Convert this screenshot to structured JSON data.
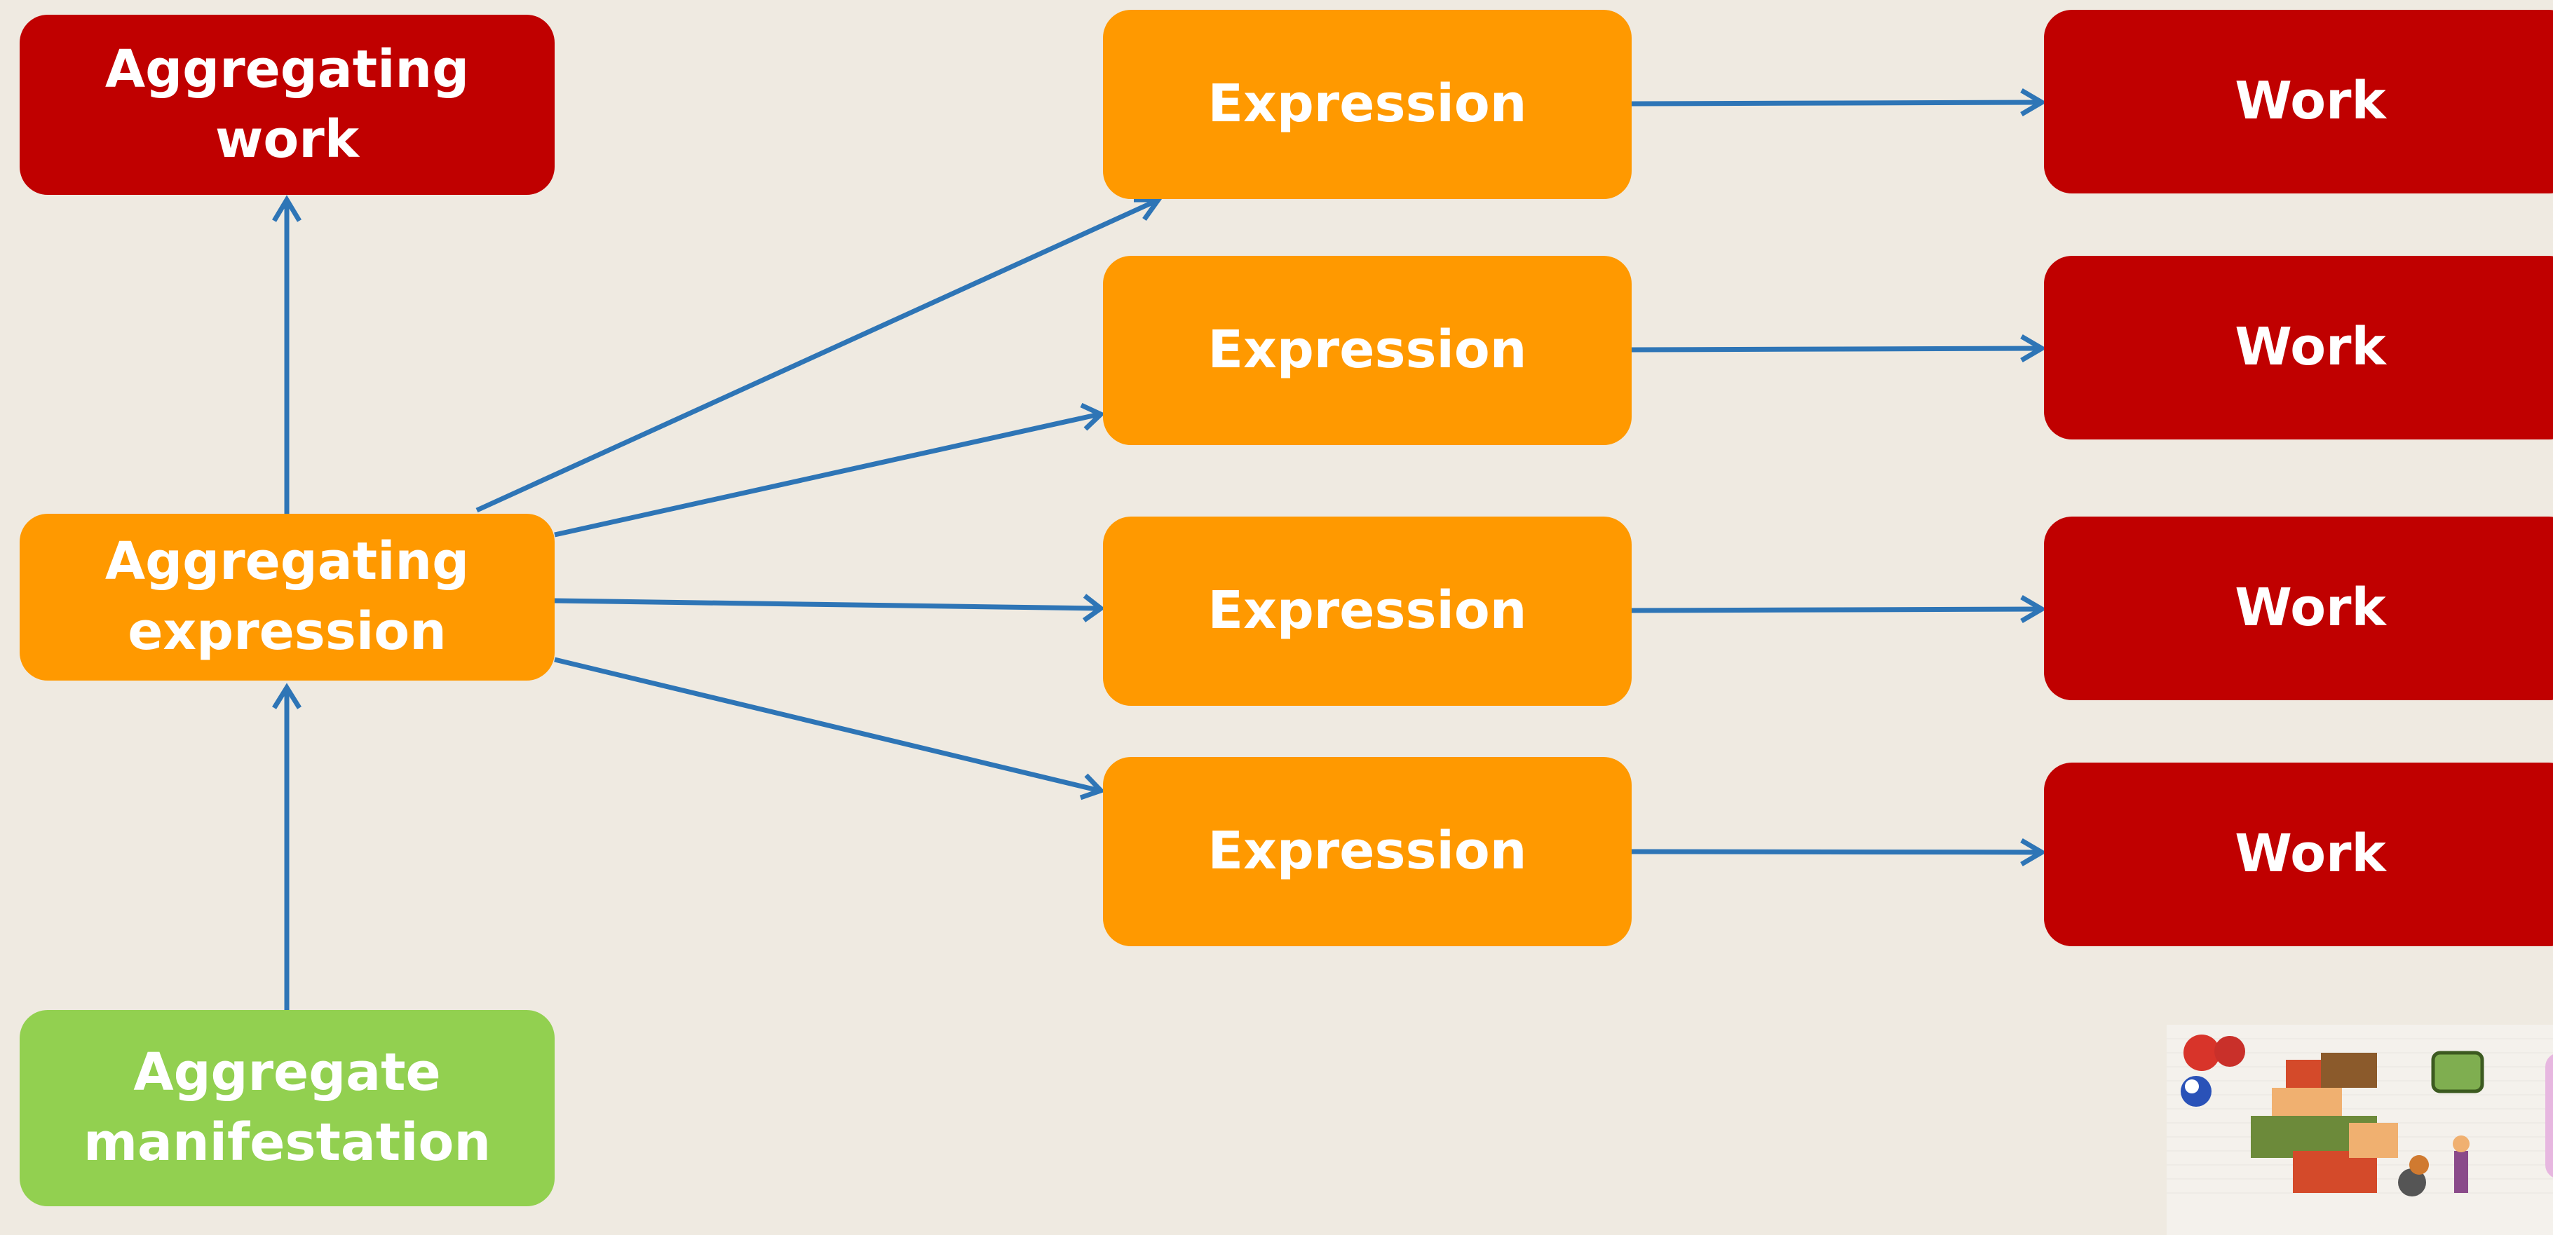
{
  "colors": {
    "background": "#efeae1",
    "work": "#c00000",
    "expression": "#ff9900",
    "manifestation": "#92d050",
    "arrow": "#2e75b6"
  },
  "nodes": {
    "aggregating_work": "Aggregating\nwork",
    "aggregating_expression": "Aggregating\nexpression",
    "aggregate_manifestation": "Aggregate\nmanifestation",
    "expressions": [
      "Expression",
      "Expression",
      "Expression",
      "Expression"
    ],
    "works": [
      "Work",
      "Work",
      "Work",
      "Work"
    ]
  }
}
